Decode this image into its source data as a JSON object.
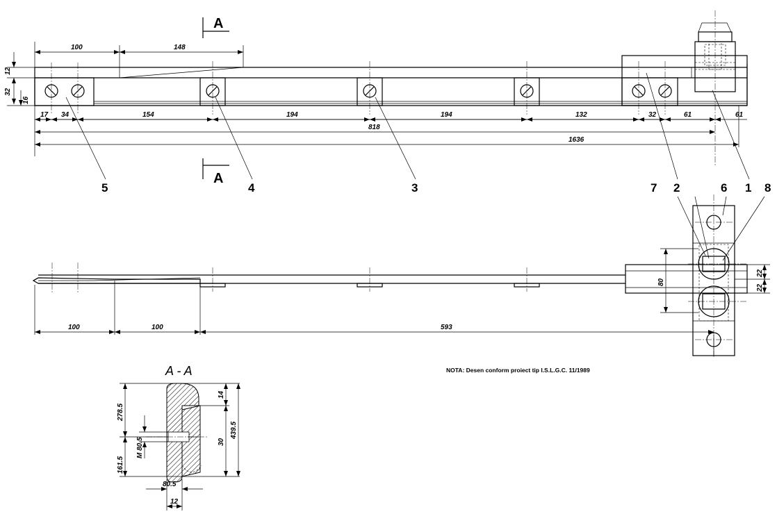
{
  "section_marks": {
    "top": "A",
    "bottom": "A"
  },
  "section_title": "A - A",
  "note": "NOTA: Desen conform proiect tip I.S.L.G.C. 11/1989",
  "callouts": [
    "5",
    "4",
    "3",
    "2",
    "1",
    "7",
    "2",
    "6",
    "1",
    "8"
  ],
  "callout_labels": {
    "c5": "5",
    "c4": "4",
    "c3": "3",
    "c2": "2",
    "c1": "1",
    "c7": "7",
    "c2b": "2",
    "c6": "6",
    "c1b": "1",
    "c8": "8"
  },
  "top_view_dims": {
    "d100": "100",
    "d148": "148",
    "d12": "12",
    "d32": "32",
    "d16": "16",
    "d17": "17",
    "d34": "34",
    "d154": "154",
    "d194a": "194",
    "d194b": "194",
    "d132": "132",
    "d32b": "32",
    "d61a": "61",
    "d61b": "61",
    "d818": "818",
    "d1636": "1636"
  },
  "side_view_dims": {
    "d100a": "100",
    "d100b": "100",
    "d593": "593",
    "d80": "80",
    "d22a": "22",
    "d22b": "22"
  },
  "section_dims": {
    "d278": "278.5",
    "d161": "161.5",
    "dm": "M 80.5",
    "d14": "14",
    "d30": "30",
    "d439": "439.5",
    "d805": "80.5",
    "d12s": "12"
  }
}
